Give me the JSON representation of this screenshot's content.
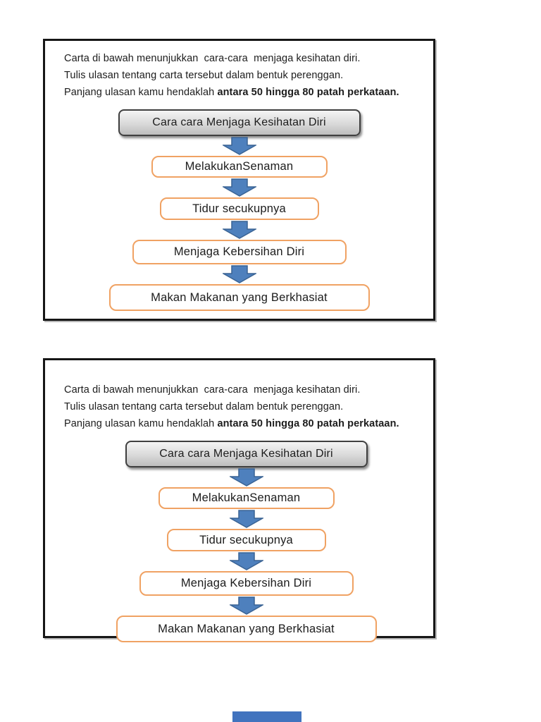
{
  "page": {
    "background": "#FFFFFF"
  },
  "colors": {
    "panel_border": "#161616",
    "text": "#1C1C1C",
    "title_border": "#3F3F3F",
    "title_fill_top": "#F4F4F4",
    "title_fill_mid": "#D9D9D9",
    "title_fill_bottom": "#BDBDBD",
    "step_border": "#F0A263",
    "step_fill": "#FFFFFF",
    "arrow_fill": "#4E80BD",
    "arrow_border": "#3A6394",
    "bottom_bar": "#4173BE"
  },
  "panel": {
    "instructions": {
      "line1": "Carta di bawah menunjukkan  cara-cara  menjaga kesihatan diri.",
      "line2": "Tulis ulasan tentang carta tersebut dalam bentuk perenggan.",
      "line3_normal": "Panjang ulasan kamu hendaklah ",
      "line3_bold": "antara 50 hingga 80 patah perkataan."
    },
    "flowchart": {
      "title": "Cara cara Menjaga Kesihatan Diri",
      "steps": [
        "MelakukanSenaman",
        "Tidur secukupnya",
        "Menjaga Kebersihan Diri",
        "Makan Makanan yang Berkhasiat"
      ]
    }
  }
}
